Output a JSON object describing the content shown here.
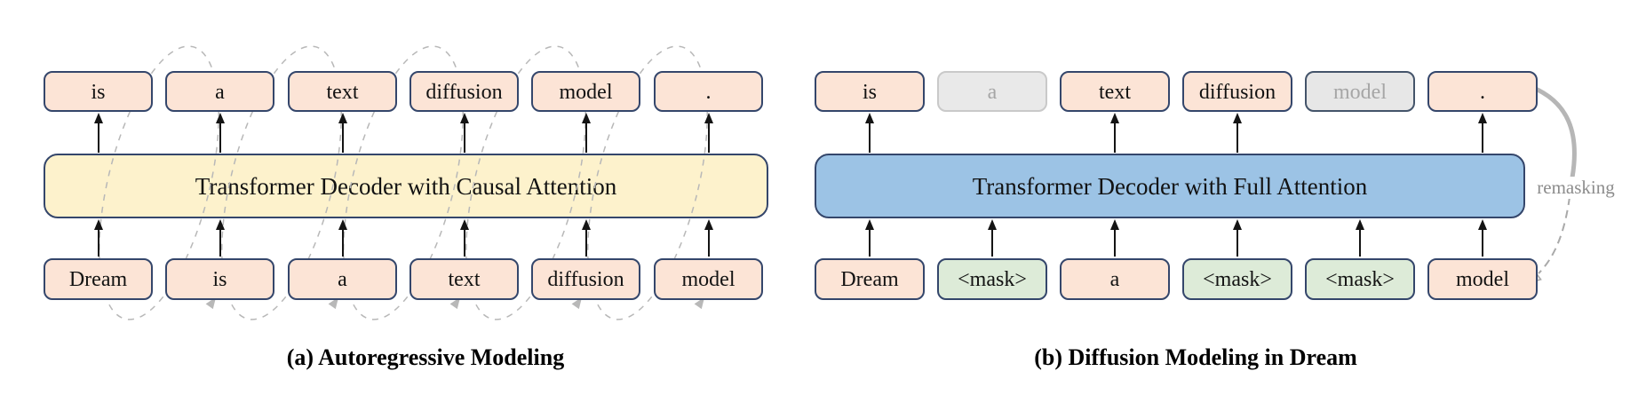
{
  "panel_a": {
    "caption": "(a) Autoregressive Modeling",
    "decoder_label": "Transformer Decoder with Causal Attention",
    "output_tokens": [
      "is",
      "a",
      "text",
      "diffusion",
      "model",
      "."
    ],
    "input_tokens": [
      "Dream",
      "is",
      "a",
      "text",
      "diffusion",
      "model"
    ]
  },
  "panel_b": {
    "caption": "(b) Diffusion Modeling in Dream",
    "decoder_label": "Transformer Decoder with Full Attention",
    "output_tokens": [
      "is",
      "a",
      "text",
      "diffusion",
      "model",
      "."
    ],
    "output_states": [
      "decoded",
      "undecoded",
      "decoded",
      "decoded",
      "undecoded",
      "decoded"
    ],
    "input_tokens": [
      "Dream",
      "<mask>",
      "a",
      "<mask>",
      "<mask>",
      "model"
    ],
    "input_states": [
      "token",
      "mask",
      "token",
      "mask",
      "mask",
      "token"
    ],
    "remasking_label": "remasking"
  },
  "colors": {
    "token-fill": "#fce4d6",
    "token-border": "#34466b",
    "decoder-a-fill": "#fdf2cc",
    "decoder-b-fill": "#9cc3e5",
    "mask-fill": "#ddebd8",
    "undecoded-fill": "#e9e9e9",
    "undecoded-border": "#c9c9c9",
    "undecoded-text": "#a6a6a6",
    "masked-out-fill": "#e7e7e7",
    "masked-out-border": "#44546a",
    "loop-gray": "#b8b8b8",
    "remask-gray": "#a9a9a9",
    "remask-text": "#8c8c8c",
    "arrow-black": "#141414"
  }
}
